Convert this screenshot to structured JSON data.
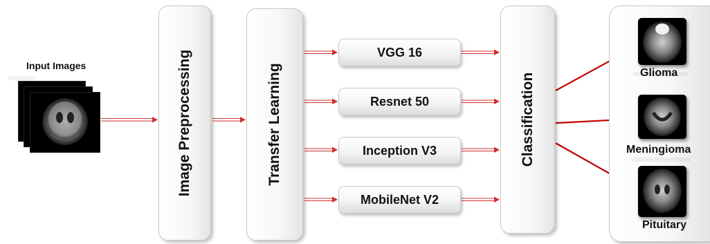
{
  "input": {
    "label": "Input Images"
  },
  "stages": {
    "preprocessing": "Image Preprocessing",
    "transfer": "Transfer Learning",
    "classification": "Classification"
  },
  "models": [
    "VGG 16",
    "Resnet 50",
    "Inception V3",
    "MobileNet V2"
  ],
  "outputs": [
    "Glioma",
    "Meningioma",
    "Pituitary"
  ],
  "colors": {
    "arrow": "#c00000",
    "double_arrow": "#d22f2f"
  }
}
